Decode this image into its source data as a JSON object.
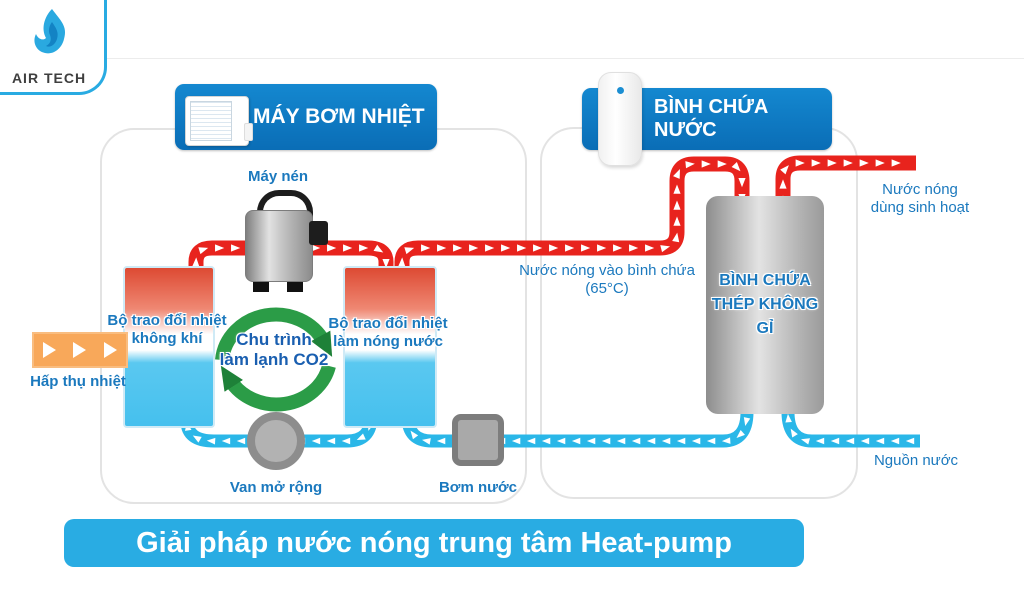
{
  "logo": {
    "text": "AIR TECH"
  },
  "sections": {
    "heat_pump": {
      "header": "MÁY BƠM NHIỆT",
      "compressor_label": "Máy nén",
      "air_exchanger_line1": "Bộ trao đổi nhiệt",
      "air_exchanger_line2": "không khí",
      "water_exchanger_line1": "Bộ trao đổi nhiệt",
      "water_exchanger_line2": "làm nóng nước",
      "co2_cycle_line1": "Chu trình",
      "co2_cycle_line2": "làm lạnh CO2",
      "heat_absorb_label": "Hấp thụ nhiệt",
      "expansion_valve_label": "Van mở rộng",
      "water_pump_label": "Bơm nước"
    },
    "tank": {
      "header": "BÌNH CHỨA NƯỚC",
      "tank_line1": "BÌNH CHỨA",
      "tank_line2": "THÉP KHÔNG GỈ",
      "hot_in_line1": "Nước nóng vào bình chứa",
      "hot_in_line2": "(65°C)",
      "hot_out_line1": "Nước nóng",
      "hot_out_line2": "dùng sinh hoạt",
      "water_source_label": "Nguồn nước"
    }
  },
  "banner": "Giải pháp nước nóng trung tâm Heat-pump",
  "colors": {
    "header_blue": "#0f7dc4",
    "hot_pipe_red": "#e8231d",
    "cold_pipe_cyan": "#2ab7e8",
    "label_blue": "#1b79be",
    "banner_cyan": "#29ace3",
    "absorber_orange": "#f8a85a",
    "cycle_green": "#2b9c47"
  }
}
